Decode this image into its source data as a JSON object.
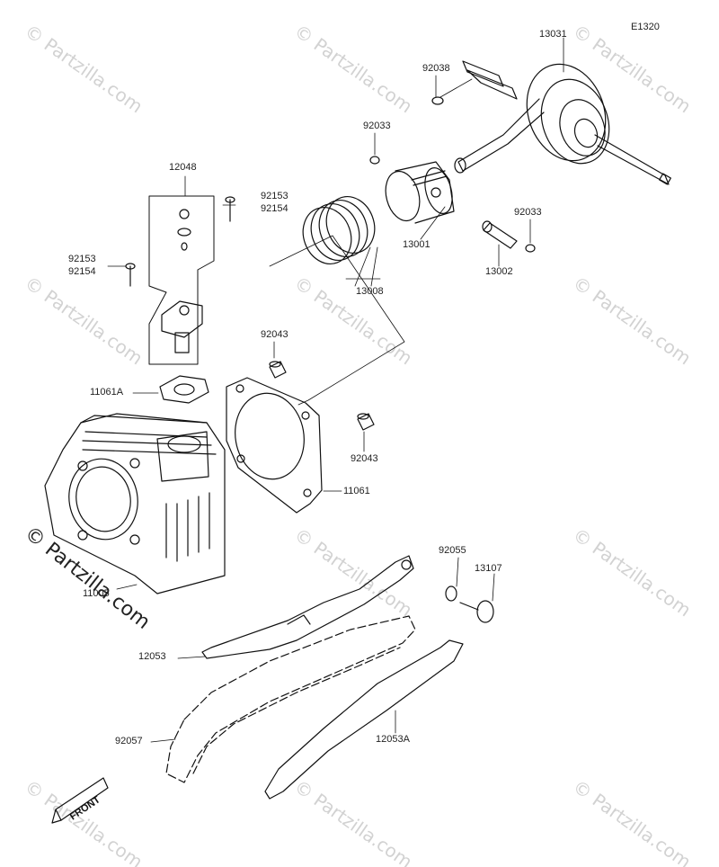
{
  "diagram_code": "E1320",
  "watermark": {
    "text": "© Partzilla.com",
    "big_text": "© Partzilla.com"
  },
  "front_arrow_label": "FRONT",
  "parts": {
    "p13031": "13031",
    "p92038": "92038",
    "p92033a": "92033",
    "p92033b": "92033",
    "p12048": "12048",
    "p92153a": "92153",
    "p92154a": "92154",
    "p92153b": "92153",
    "p92154b": "92154",
    "p13001": "13001",
    "p13002": "13002",
    "p13008": "13008",
    "p92043a": "92043",
    "p92043b": "92043",
    "p11061A": "11061A",
    "p11061": "11061",
    "p11005": "11005",
    "p92055": "92055",
    "p13107": "13107",
    "p12053": "12053",
    "p12053A": "12053A",
    "p92057": "92057"
  }
}
